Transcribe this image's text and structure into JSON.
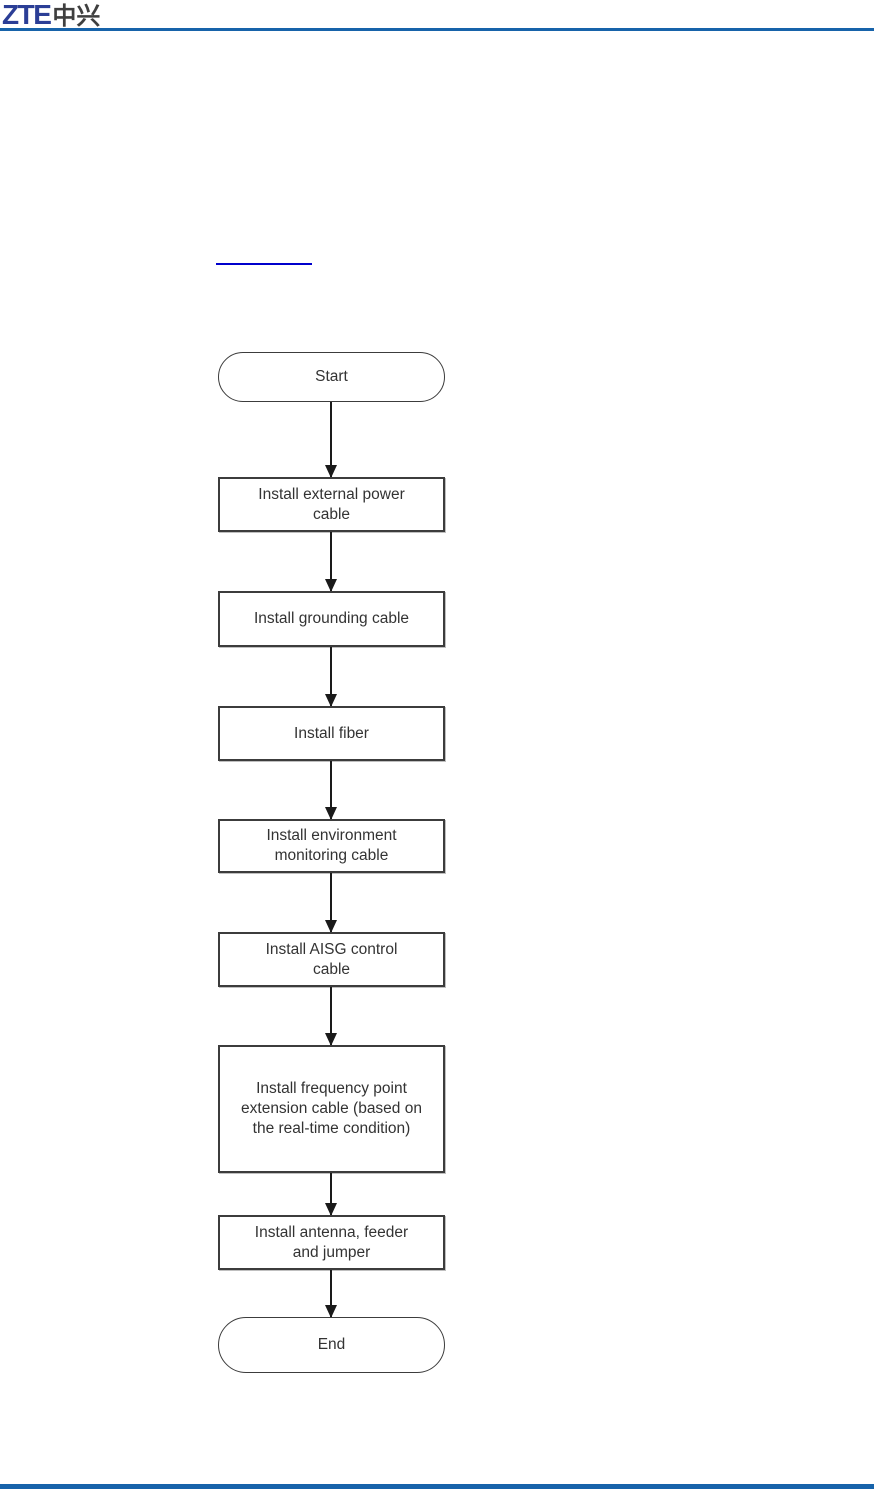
{
  "header": {
    "logo": {
      "latin": "ZTE",
      "cjk": "中兴"
    }
  },
  "colors": {
    "rule_blue": "#1763aa",
    "link_blue": "#0000cc",
    "logo_blue": "#2b3e96",
    "logo_gray": "#3f3f3f",
    "node_border": "#3c3c3c",
    "node_text": "#333333",
    "arrow": "#1a1a1a"
  },
  "flowchart": {
    "type": "vertical-flow",
    "nodes": [
      {
        "id": "start",
        "type": "terminator",
        "label": "Start"
      },
      {
        "id": "install-external-power-cable",
        "type": "process",
        "label": "Install external power\ncable"
      },
      {
        "id": "install-grounding-cable",
        "type": "process",
        "label": "Install grounding cable"
      },
      {
        "id": "install-fiber",
        "type": "process",
        "label": "Install fiber"
      },
      {
        "id": "install-environment-monitoring-cable",
        "type": "process",
        "label": "Install environment\nmonitoring cable"
      },
      {
        "id": "install-aisg-control-cable",
        "type": "process",
        "label": "Install AISG control\ncable"
      },
      {
        "id": "install-frequency-point-extension-cable",
        "type": "process",
        "label": "Install frequency point\nextension cable (based on\nthe real-time condition)"
      },
      {
        "id": "install-antenna-feeder-and-jumper",
        "type": "process",
        "label": "Install antenna, feeder\nand jumper"
      },
      {
        "id": "end",
        "type": "terminator",
        "label": "End"
      }
    ]
  }
}
